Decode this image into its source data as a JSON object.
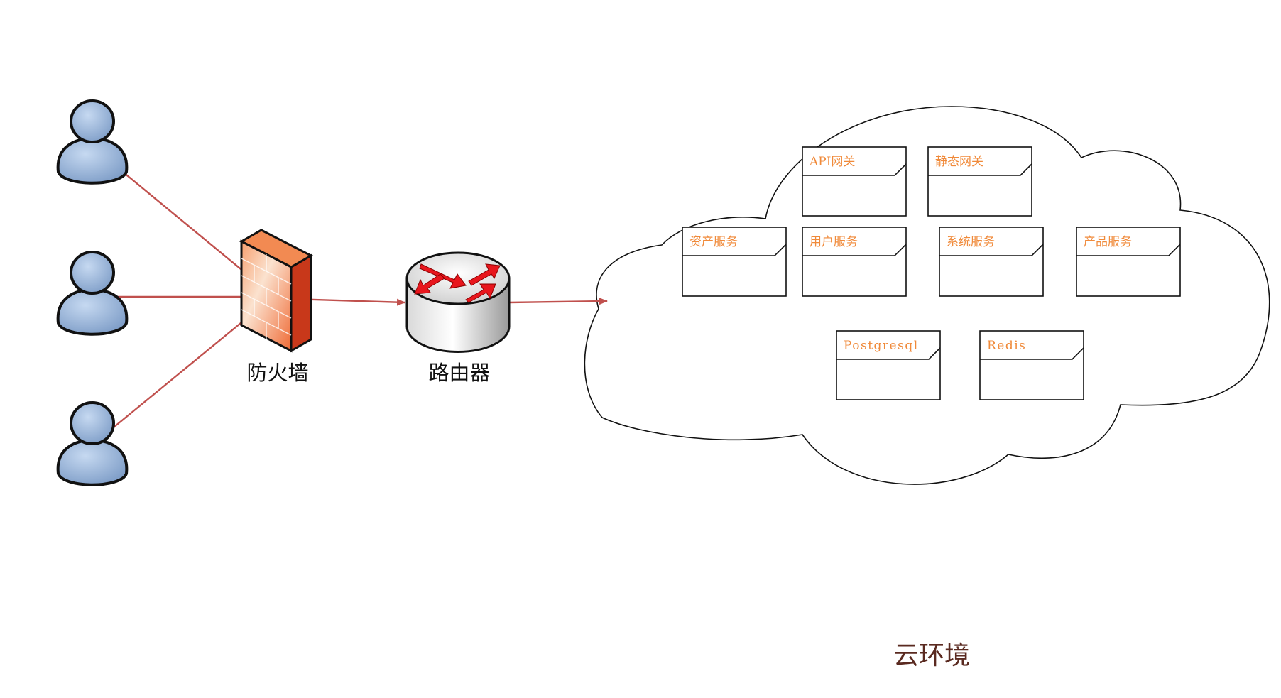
{
  "diagram": {
    "nodes": {
      "firewall": {
        "label": "防火墙"
      },
      "router": {
        "label": "路由器"
      },
      "cloud": {
        "label": "云环境"
      }
    },
    "modules": [
      {
        "name": "API网关"
      },
      {
        "name": "静态网关"
      },
      {
        "name": "资产服务"
      },
      {
        "name": "用户服务"
      },
      {
        "name": "系统服务"
      },
      {
        "name": "产品服务"
      },
      {
        "name": "Postgresql"
      },
      {
        "name": "Redis"
      }
    ],
    "users": [
      {
        "icon": "user-icon"
      },
      {
        "icon": "user-icon"
      },
      {
        "icon": "user-icon"
      }
    ],
    "colors": {
      "connector": "#c0504d",
      "module_text": "#f08a3a",
      "user_fill": "#95b3d7",
      "firewall": "#f4743b",
      "router_arrows": "#e8161d"
    }
  }
}
